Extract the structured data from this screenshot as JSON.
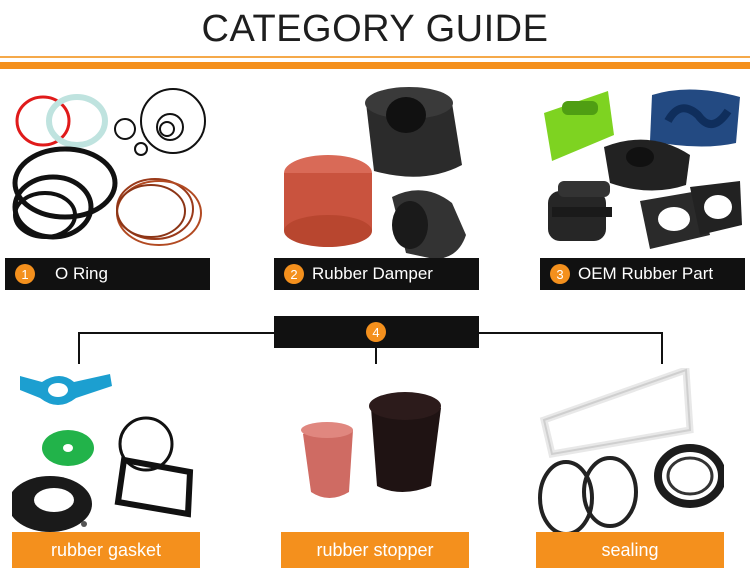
{
  "title": "CATEGORY GUIDE",
  "colors": {
    "accent": "#f4901d",
    "dark": "#111111"
  },
  "top_categories": [
    {
      "number": "1",
      "label": "O Ring"
    },
    {
      "number": "2",
      "label": "Rubber Damper"
    },
    {
      "number": "3",
      "label": "OEM Rubber Part"
    }
  ],
  "hub": {
    "number": "4"
  },
  "sub_categories": [
    {
      "label": "rubber gasket"
    },
    {
      "label": "rubber stopper"
    },
    {
      "label": "sealing"
    }
  ]
}
